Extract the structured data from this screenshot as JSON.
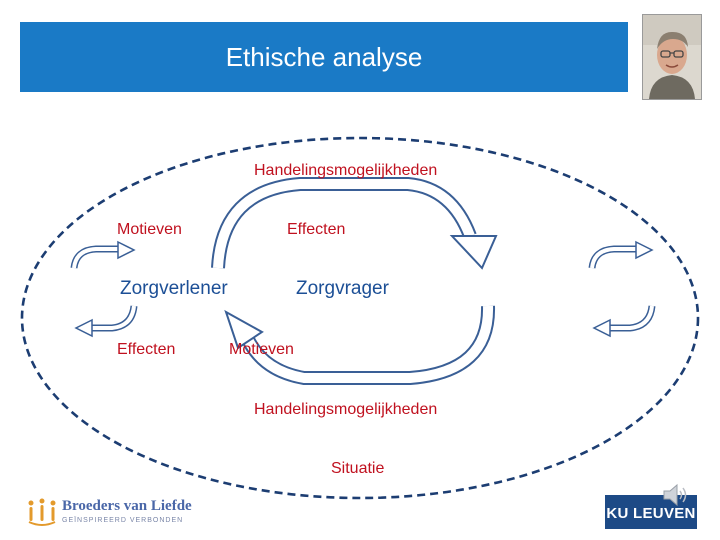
{
  "header": {
    "title": "Ethische analyse"
  },
  "diagram": {
    "top_possibilities": "Handelingsmogelijkheden",
    "motives_left": "Motieven",
    "effects_top": "Effecten",
    "care_provider": "Zorgverlener",
    "care_receiver": "Zorgvrager",
    "effects_left": "Effecten",
    "motives_bottom": "Motieven",
    "bottom_possibilities": "Handelingsmogelijkheden",
    "situation": "Situatie"
  },
  "footer": {
    "org_name": "Broeders van Liefde",
    "org_tagline": "GEÏNSPIREERD VERBONDEN",
    "university": "KU LEUVEN"
  },
  "colors": {
    "header": "#1a7ac6",
    "red_text": "#c0111f",
    "blue_text": "#1c4f96",
    "arrow_outline": "#3a5f96"
  }
}
